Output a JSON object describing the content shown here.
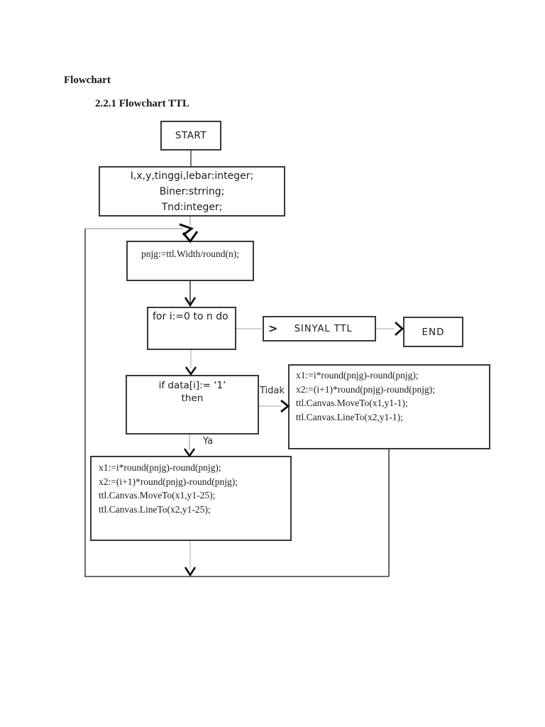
{
  "page": {
    "title": "Flowchart",
    "subtitle": "2.2.1 Flowchart TTL"
  },
  "colors": {
    "ink": "#1c1c1c",
    "box_border": "#383838",
    "connector_gray": "#a8a8a8",
    "connector_dark": "#2a2a2a"
  },
  "flowchart": {
    "start": {
      "label": "START"
    },
    "declaration": {
      "line1": "I,x,y,tinggi,lebar:integer;",
      "line2": "Biner:strring;",
      "line3": "Tnd:integer;"
    },
    "process_pnjg": {
      "label": "pnjg:=ttl.Width/round(n);"
    },
    "for_loop": {
      "label": "for i:=0 to n do"
    },
    "sinyal_ttl": {
      "arrow_glyph": ">",
      "label": "SINYAL TTL"
    },
    "end": {
      "label": "END"
    },
    "condition": {
      "line1": "if data[i]:= ‘1’",
      "line2": "then"
    },
    "branch_tidak": {
      "label": "Tidak",
      "code": [
        "x1:=i*round(pnjg)-round(pnjg);",
        "x2:=(i+1)*round(pnjg)-round(pnjg);",
        "ttl.Canvas.MoveTo(x1,y1-1);",
        "ttl.Canvas.LineTo(x2,y1-1);"
      ]
    },
    "branch_ya": {
      "label": "Ya",
      "code": [
        "x1:=i*round(pnjg)-round(pnjg);",
        "x2:=(i+1)*round(pnjg)-round(pnjg);",
        "ttl.Canvas.MoveTo(x1,y1-25);",
        "ttl.Canvas.LineTo(x2,y1-25);"
      ]
    }
  }
}
